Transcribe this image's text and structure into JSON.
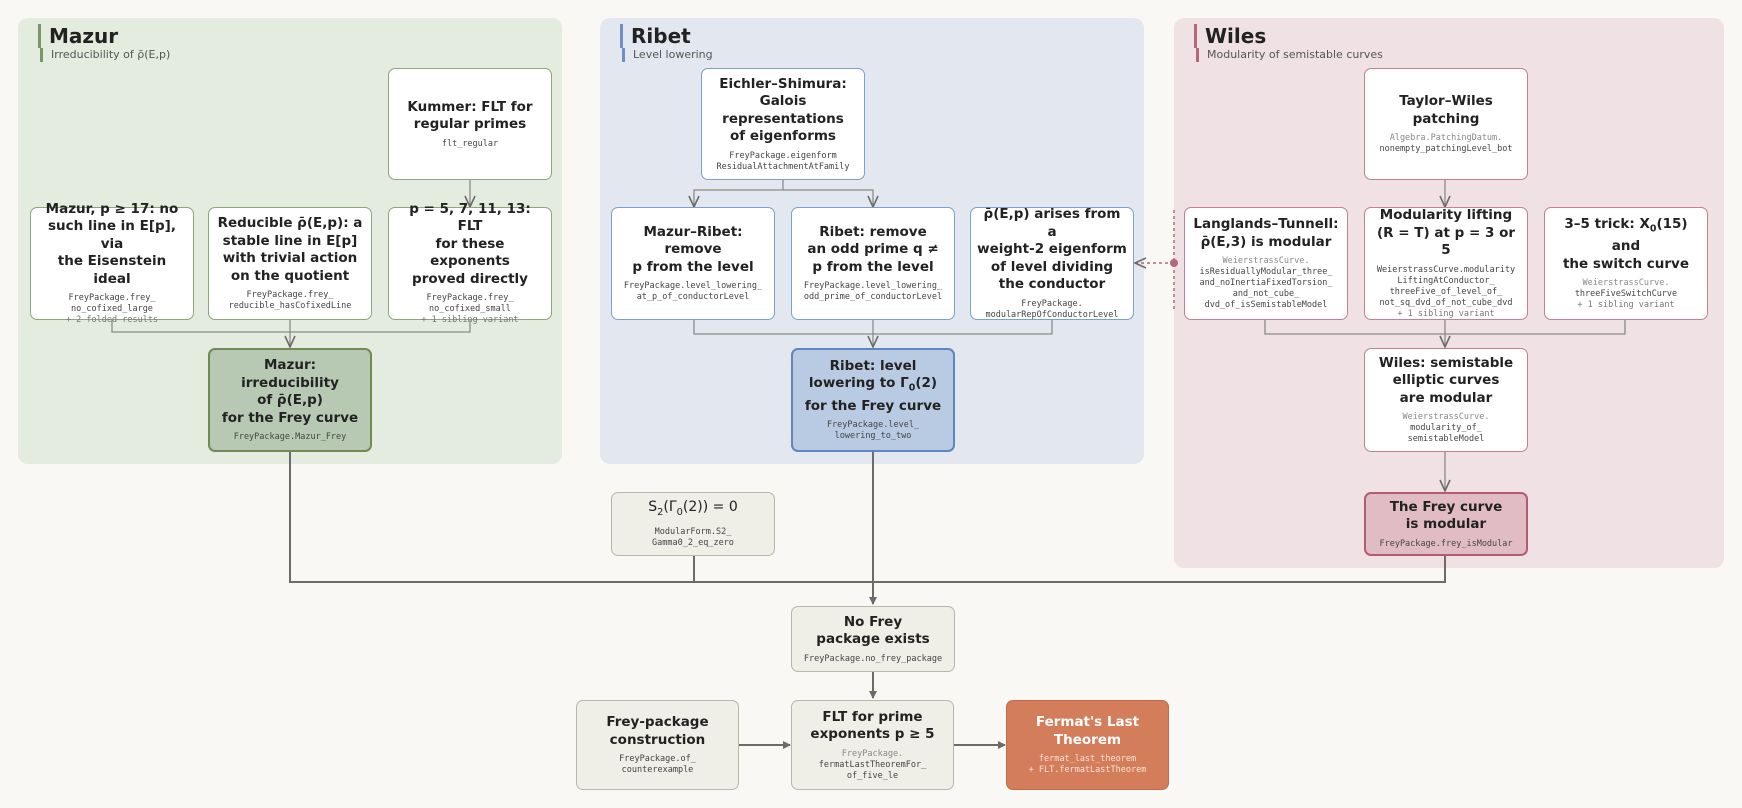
{
  "panels": {
    "mazur": {
      "title": "Mazur",
      "subtitle": "Irreducibility of ρ̄(E,p)"
    },
    "ribet": {
      "title": "Ribet",
      "subtitle": "Level lowering"
    },
    "wiles": {
      "title": "Wiles",
      "subtitle": "Modularity of semistable curves"
    }
  },
  "nodes": {
    "kummer": {
      "title": "Kummer: FLT for\nregular primes",
      "code": "flt_regular"
    },
    "mazur_large": {
      "title": "Mazur, p ≥ 17: no\nsuch line in E[p], via\nthe Eisenstein ideal",
      "code": "FreyPackage.frey_\nno_cofixed_large",
      "extra": "+ 2 folded results"
    },
    "reducible": {
      "title": "Reducible ρ̄(E,p): a\nstable line in E[p]\nwith trivial action\non the quotient",
      "code": "FreyPackage.frey_\nreducible_hasCofixedLine"
    },
    "small_primes": {
      "title": "p = 5, 7, 11, 13: FLT\nfor these exponents\nproved directly",
      "code": "FreyPackage.frey_\nno_cofixed_small",
      "extra": "+ 1 sibling variant"
    },
    "mazur_key": {
      "title": "Mazur: irreducibility\nof ρ̄(E,p)\nfor the Frey curve",
      "code": "FreyPackage.Mazur_Frey"
    },
    "eichler": {
      "title": "Eichler–Shimura:\nGalois\nrepresentations\nof eigenforms",
      "code": "FreyPackage.eigenform\nResidualAttachmentAtFamily"
    },
    "mazur_ribet": {
      "title": "Mazur–Ribet: remove\np from the level",
      "code": "FreyPackage.level_lowering_\nat_p_of_conductorLevel"
    },
    "ribet_odd": {
      "title": "Ribet: remove\nan odd prime q ≠\np from the level",
      "code": "FreyPackage.level_lowering_\nodd_prime_of_conductorLevel"
    },
    "weight2": {
      "title": "ρ̄(E,p) arises from a\nweight-2 eigenform\nof level dividing\nthe conductor",
      "code": "FreyPackage.\nmodularRepOfConductorLevel"
    },
    "ribet_key": {
      "title_pre": "Ribet: level\nlowering to Γ",
      "title_sub": "0",
      "title_post": "(2)\nfor the Frey curve",
      "code": "FreyPackage.level_\nlowering_to_two"
    },
    "taylor_wiles": {
      "title": "Taylor–Wiles patching",
      "code_dim": "Algebra.PatchingDatum.",
      "code": "nonempty_patchingLevel_bot"
    },
    "langlands": {
      "title": "Langlands–Tunnell:\nρ̄(E,3) is modular",
      "code_dim": "WeierstrassCurve.",
      "code": "isResiduallyModular_three_\nand_noInertiaFixedTorsion_\nand_not_cube_\ndvd_of_isSemistableModel"
    },
    "mod_lifting": {
      "title": "Modularity lifting\n(R = T) at p = 3 or 5",
      "code": "WeierstrassCurve.modularity\nLiftingAtConductor_\nthreeFive_of_level_of_\nnot_sq_dvd_of_not_cube_dvd",
      "extra": "+ 1 sibling variant"
    },
    "three_five": {
      "title_pre": "3–5 trick: X",
      "title_sub": "0",
      "title_post": "(15) and\nthe switch curve",
      "code_dim": "WeierstrassCurve.",
      "code": "threeFiveSwitchCurve",
      "extra": "+ 1 sibling variant"
    },
    "wiles_semistable": {
      "title": "Wiles: semistable\nelliptic curves\nare modular",
      "code_dim": "WeierstrassCurve.",
      "code": "modularity_of_\nsemistableModel"
    },
    "frey_modular": {
      "title": "The Frey curve\nis modular",
      "code": "FreyPackage.frey_isModular"
    },
    "s2": {
      "title_pre": "S",
      "title_sub": "2",
      "title_mid": "(Γ",
      "title_sub2": "0",
      "title_post": "(2)) = 0",
      "code": "ModularForm.S2_\nGamma0_2_eq_zero"
    },
    "no_frey": {
      "title": "No Frey\npackage exists",
      "code": "FreyPackage.no_frey_package"
    },
    "frey_construction": {
      "title": "Frey-package\nconstruction",
      "code": "FreyPackage.of_\ncounterexample"
    },
    "flt_prime": {
      "title": "FLT for prime\nexponents p ≥ 5",
      "code_dim": "FreyPackage.",
      "code": "fermatLastTheoremFor_\nof_five_le"
    },
    "flt": {
      "title": "Fermat's Last\nTheorem",
      "code": "fermat_last_theorem\n+ FLT.fermatLastTheorem"
    }
  },
  "colors": {
    "mazur": "#e4ebdf",
    "ribet": "#e3e8f0",
    "wiles": "#efe1e4",
    "final": "#d47d5b",
    "edge": "#6b6b6b"
  }
}
